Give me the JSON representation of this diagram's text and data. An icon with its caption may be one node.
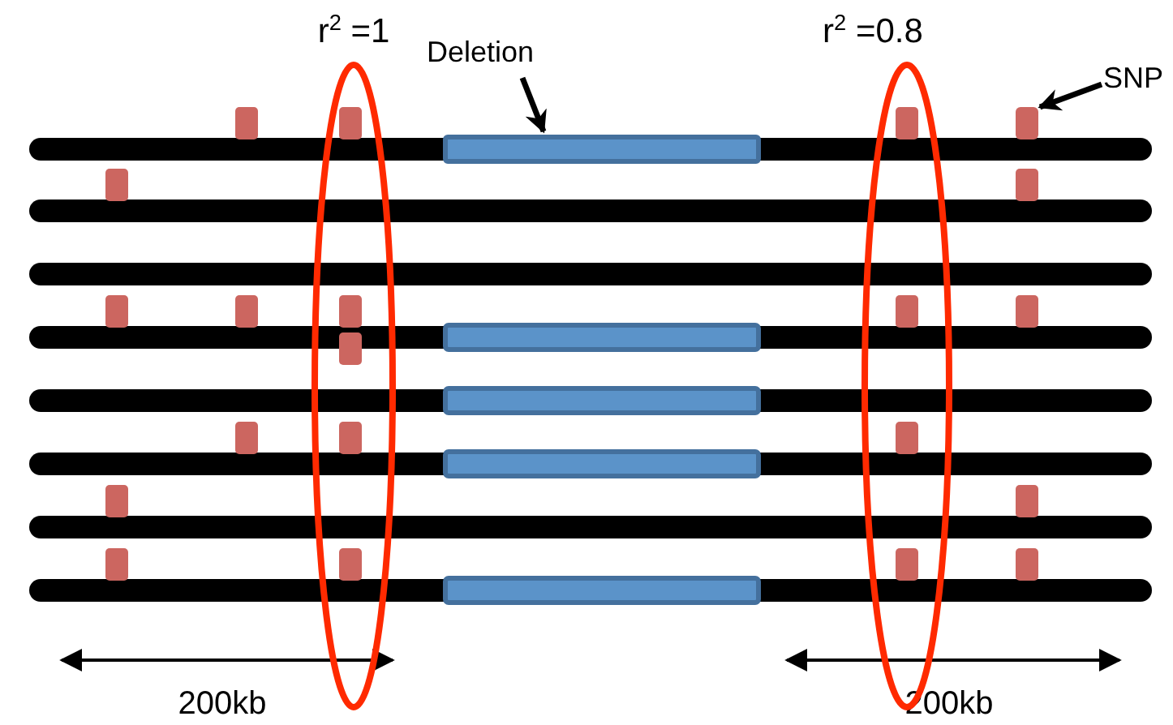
{
  "diagram": {
    "nodes": [
      {
        "text": [
          "r$^{2}$ =1"
        ]
      },
      {
        "text": [
          "Deletion"
        ]
      },
      {
        "text": [],
        "shape": "bar"
      },
      {
        "text": [
          "r$^{2}$ =0.8"
        ]
      },
      {
        "text": [
          "SNP"
        ]
      },
      {
        "text": [],
        "shape": "box"
      }
    ],
    "edges": [
      {
        "from": 1,
        "to": 2,
        "arrow": "to"
      },
      {
        "from": 4,
        "to": 5,
        "arrow": "to"
      }
    ],
    "labels": [
      "200kb",
      "200kb"
    ]
  }
}
